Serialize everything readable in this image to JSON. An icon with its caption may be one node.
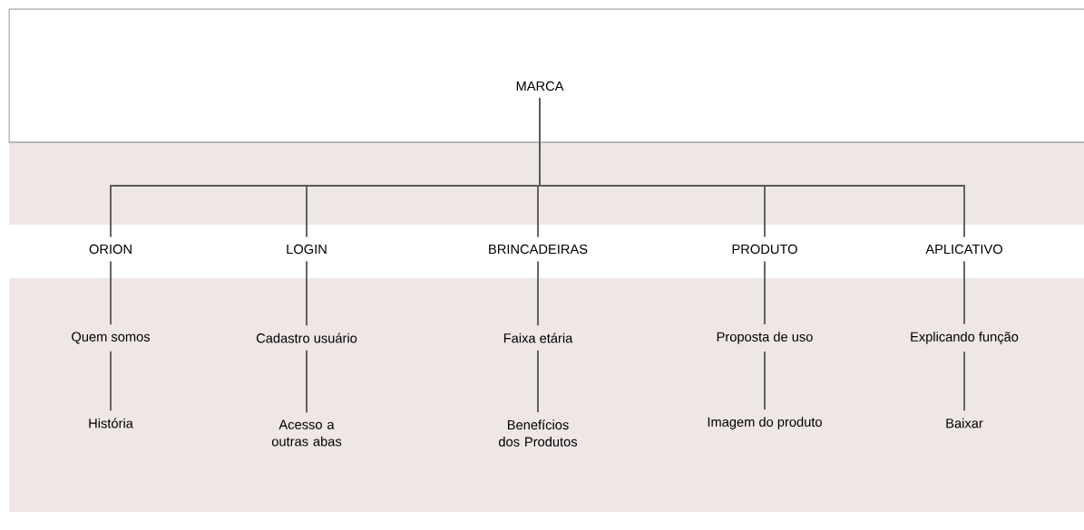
{
  "diagram": {
    "nodes": [
      {
        "text": [
          "MARCA"
        ]
      },
      {
        "text": [
          "ORION"
        ]
      },
      {
        "text": [
          "LOGIN"
        ]
      },
      {
        "text": [
          "BRINCADEIRAS"
        ]
      },
      {
        "text": [
          "PRODUTO"
        ]
      },
      {
        "text": [
          "APLICATIVO"
        ]
      },
      {
        "text": [
          "Quem somos"
        ]
      },
      {
        "text": [
          "Cadastro usuário"
        ]
      },
      {
        "text": [
          "Faixa etária"
        ]
      },
      {
        "text": [
          "Proposta de uso"
        ]
      },
      {
        "text": [
          "Explicando função"
        ]
      },
      {
        "text": [
          "História"
        ]
      },
      {
        "text": [
          "Acesso a outras abas"
        ]
      },
      {
        "text": [
          "Benefícios dos Produtos"
        ]
      },
      {
        "text": [
          "Imagem do produto"
        ]
      },
      {
        "text": [
          "Baixar"
        ]
      }
    ],
    "edges": [
      {
        "from": 0,
        "to": 1,
        "arrow": "none"
      },
      {
        "from": 0,
        "to": 2,
        "arrow": "none"
      },
      {
        "from": 0,
        "to": 3,
        "arrow": "none"
      },
      {
        "from": 0,
        "to": 4,
        "arrow": "none"
      },
      {
        "from": 0,
        "to": 5,
        "arrow": "none"
      },
      {
        "from": 1,
        "to": 6,
        "arrow": "none"
      },
      {
        "from": 2,
        "to": 7,
        "arrow": "none"
      },
      {
        "from": 3,
        "to": 8,
        "arrow": "none"
      },
      {
        "from": 4,
        "to": 9,
        "arrow": "none"
      },
      {
        "from": 5,
        "to": 10,
        "arrow": "none"
      },
      {
        "from": 6,
        "to": 11,
        "arrow": "none"
      },
      {
        "from": 7,
        "to": 12,
        "arrow": "none"
      },
      {
        "from": 8,
        "to": 13,
        "arrow": "none"
      },
      {
        "from": 9,
        "to": 14,
        "arrow": "none"
      },
      {
        "from": 10,
        "to": 15,
        "arrow": "none"
      }
    ]
  }
}
